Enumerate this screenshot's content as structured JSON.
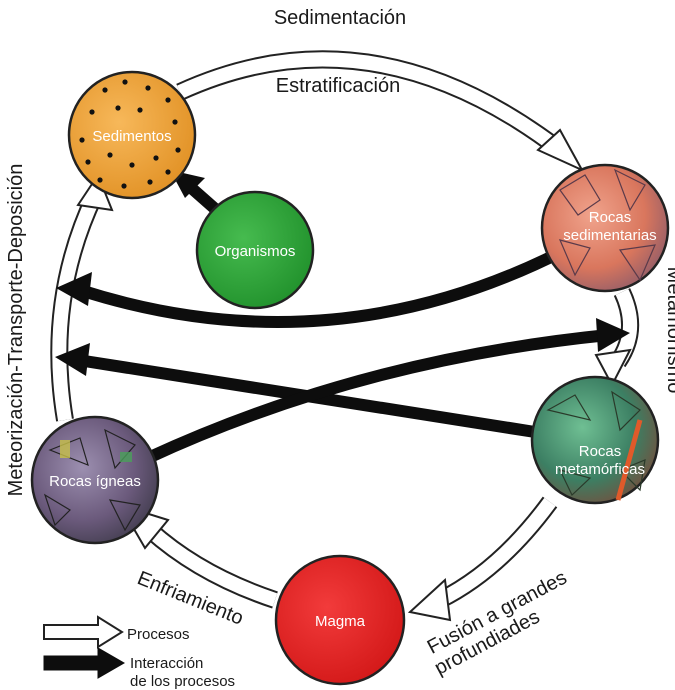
{
  "labels": {
    "top_1": "Sedimentación",
    "top_2": "Estratificación",
    "left": "Meteorización-Transporte-Deposición",
    "right": "Metamorfismo",
    "bottom_left": "Enfriamiento",
    "bottom_right_1": "Fusión a grandes",
    "bottom_right_2": "profundiades"
  },
  "nodes": {
    "sedimentos": "Sedimentos",
    "organismos": "Organismos",
    "rocas_sed_1": "Rocas",
    "rocas_sed_2": "sedimentarias",
    "rocas_met_1": "Rocas",
    "rocas_met_2": "metamórficas",
    "rocas_ign": "Rocas ígneas",
    "magma": "Magma"
  },
  "legend": {
    "procesos": "Procesos",
    "interaccion_1": "Interacción",
    "interaccion_2": "de los procesos"
  },
  "colors": {
    "sedimentos": "#f2a43a",
    "organismos": "#2aa336",
    "magma": "#e82424",
    "sedimentarias": "#e48a6e",
    "metamorficas": "#4f9a70",
    "igneas": "#7b6a8a"
  }
}
